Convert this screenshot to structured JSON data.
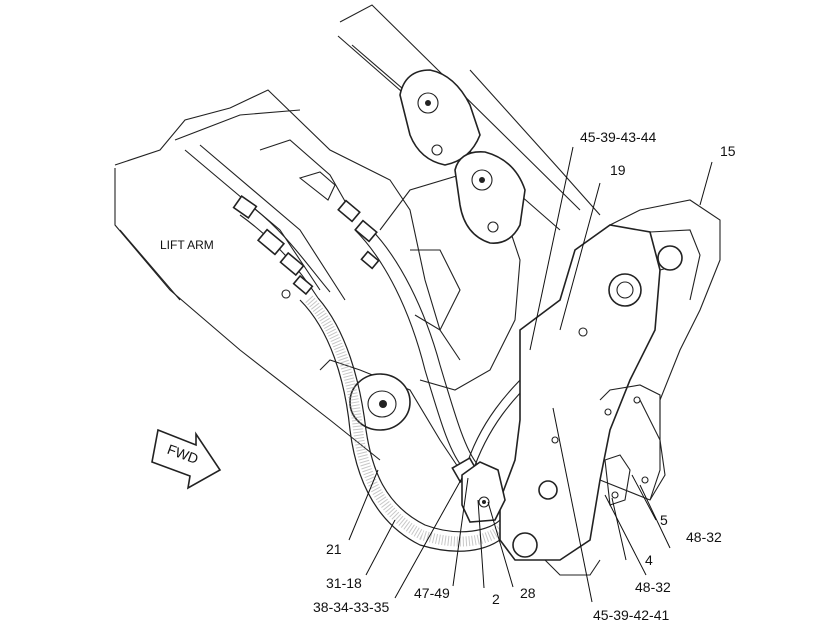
{
  "labels": {
    "lift_arm": "LIFT ARM",
    "fwd": "FWD",
    "callouts": [
      "45-39-43-44",
      "19",
      "15",
      "21",
      "31-18",
      "38-34-33-35",
      "47-49",
      "2",
      "28",
      "45-39-42-41",
      "48-32",
      "5",
      "4",
      "48-32"
    ]
  }
}
